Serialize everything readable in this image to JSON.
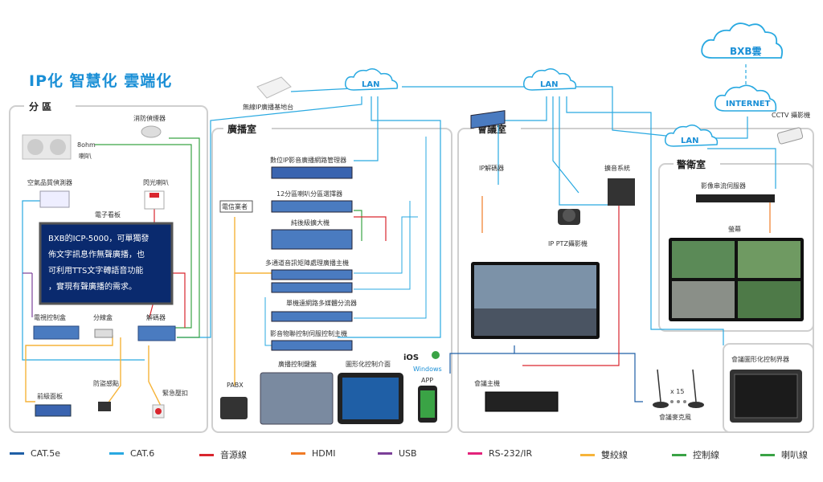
{
  "title": "IP化 智慧化 雲端化",
  "zones": {
    "zone_area": "分 區",
    "broadcast_room": "廣播室",
    "meeting_room": "會議室",
    "security_room": "警衛室"
  },
  "network": {
    "lan": "LAN",
    "internet": "INTERNET",
    "cloud": "BXB雲"
  },
  "devices": {
    "ceiling_speaker": "消防偵煙器",
    "horn_speaker_ohm": "8ohm",
    "horn_speaker": "喇叭",
    "air_quality": "空氣品質偵測器",
    "strobe": "閃光喇叭",
    "led_board": "電子看板",
    "board_text": [
      "BXB的ICP-5000，可單獨發",
      "佈文字訊息作無聲廣播，也",
      "可利用TTS文字轉語音功能",
      "，實現有聲廣播的需求。"
    ],
    "board_controller": "電視控制盒",
    "splitter": "分線盒",
    "decoder": "解碼器",
    "panel": "前級面板",
    "fire_detector": "防盜感點",
    "emergency": "緊急壓扣",
    "wireless_ap": "無線IP廣播基地台",
    "ip_manager": "數位IP影音廣播網路管理器",
    "selector_12": "12分區喇叭分區選擇器",
    "amplifier": "純後級擴大機",
    "matrix_host": "多通道音訊矩陣處理廣播主機",
    "network_dist": "單機遠網路多媒體分流器",
    "av_controller": "影音物聯控制伺服控制主機",
    "telecom": "電信業者",
    "pabx": "PABX",
    "broadcast_console": "廣播控制鍵盤",
    "gui": "圖形化控制介面",
    "ios": "iOS",
    "windows": "Windows",
    "app": "APP",
    "ip_decoder": "IP解碼器",
    "ptz_camera": "IP PTZ攝影機",
    "sound_system": "擴音系統",
    "meeting_host": "會議主機",
    "mic_count": "x 15",
    "meeting_mic": "會議麥克風",
    "gui_controller": "會議圖形化控制界器",
    "cctv": "CCTV 攝影機",
    "nvr": "影像串流伺服器",
    "monitor": "螢幕"
  },
  "legend": [
    {
      "label": "CAT.5e",
      "color": "#1f5fa6"
    },
    {
      "label": "CAT.6",
      "color": "#29a9e1"
    },
    {
      "label": "音源線",
      "color": "#d9262e"
    },
    {
      "label": "HDMI",
      "color": "#f07b26"
    },
    {
      "label": "USB",
      "color": "#7b3f98"
    },
    {
      "label": "RS-232/IR",
      "color": "#e3237b"
    },
    {
      "label": "雙絞線",
      "color": "#f6b43a"
    },
    {
      "label": "控制線",
      "color": "#3aa345"
    },
    {
      "label": "喇叭線",
      "color": "#3aa345"
    }
  ]
}
